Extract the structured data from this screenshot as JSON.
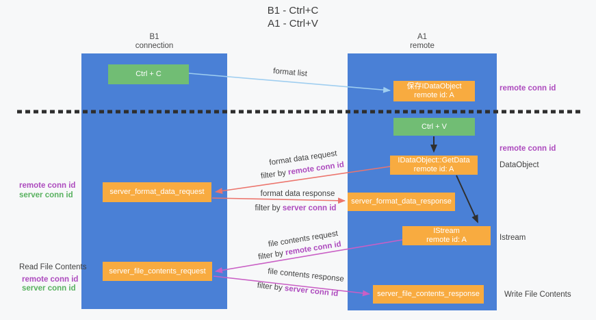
{
  "title": {
    "line1": "B1 - Ctrl+C",
    "line2": "A1 - Ctrl+V"
  },
  "lanes": {
    "left": {
      "name": "B1",
      "role": "connection"
    },
    "right": {
      "name": "A1",
      "role": "remote"
    }
  },
  "nodes": {
    "ctrl_c": {
      "label": "Ctrl + C"
    },
    "ctrl_v": {
      "label": "Ctrl + V"
    },
    "save_dataobject": {
      "line1": "保存IDataObject",
      "line2": "remote id: A"
    },
    "getdata": {
      "line1": "IDataObject::GetData",
      "line2": "remote id: A"
    },
    "istream": {
      "line1": "IStream",
      "line2": "remote id: A"
    },
    "format_request": {
      "label": "server_format_data_request"
    },
    "format_response": {
      "label": "server_format_data_response"
    },
    "file_request": {
      "label": "server_file_contents_request"
    },
    "file_response": {
      "label": "server_file_contents_response"
    }
  },
  "flow_labels": {
    "format_list": "format list",
    "format_data_request": "format data request",
    "format_data_response": "format data response",
    "file_contents_request": "file contents request",
    "file_contents_response": "file contents response",
    "filter_by": "filter by",
    "remote_conn_id": "remote conn id",
    "server_conn_id": "server conn id"
  },
  "side_labels": {
    "remote_conn_id": "remote conn id",
    "server_conn_id": "server conn id",
    "dataobject": "DataObject",
    "istream": "Istream",
    "read_file_contents": "Read File Contents",
    "write_file_contents": "Write File Contents"
  },
  "colors": {
    "lane_blue": "#4a80d6",
    "node_green": "#71bd74",
    "node_orange": "#f8ab40",
    "arrow_lightblue": "#9fcef0",
    "arrow_red": "#ec756d",
    "arrow_magenta": "#c95fc5",
    "arrow_black": "#2f2f2f",
    "text_purple": "#ad4bbe",
    "text_green": "#58b15f"
  }
}
